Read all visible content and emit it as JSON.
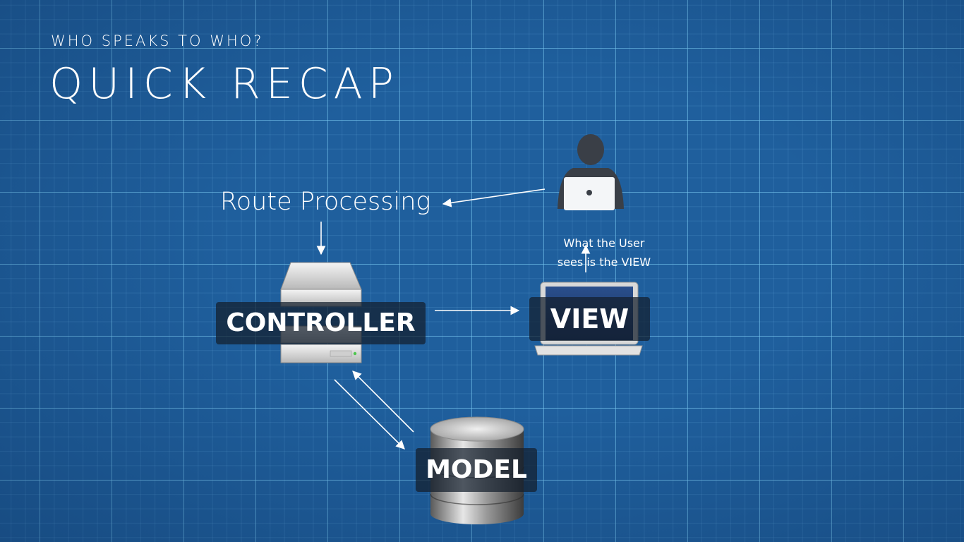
{
  "slide": {
    "subtitle": "WHO SPEAKS TO WHO?",
    "title": "QUICK RECAP"
  },
  "diagram": {
    "route_processing": "Route Processing",
    "user_caption_line1": "What the User",
    "user_caption_line2": "sees is the VIEW",
    "controller_label": "CONTROLLER",
    "view_label": "VIEW",
    "model_label": "MODEL"
  },
  "icons": {
    "user": "user-with-laptop-icon",
    "controller": "server-rack-icon",
    "view": "laptop-icon",
    "model": "database-icon"
  },
  "colors": {
    "background": "#1f5f9d",
    "grid_major": "#78c8f0",
    "label_bg": "#141e2d",
    "text": "#ffffff"
  }
}
